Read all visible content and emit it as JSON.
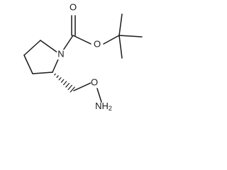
{
  "molecule": {
    "atoms": {
      "ring_nitrogen": "N",
      "carbonyl_oxygen": "O",
      "ester_oxygen": "O",
      "ether_oxygen": "O",
      "amine": "NH2"
    },
    "stereo_bond": "hashed-wedge"
  },
  "colors": {
    "bond": "#1a1a1a",
    "background": "#ffffff"
  }
}
